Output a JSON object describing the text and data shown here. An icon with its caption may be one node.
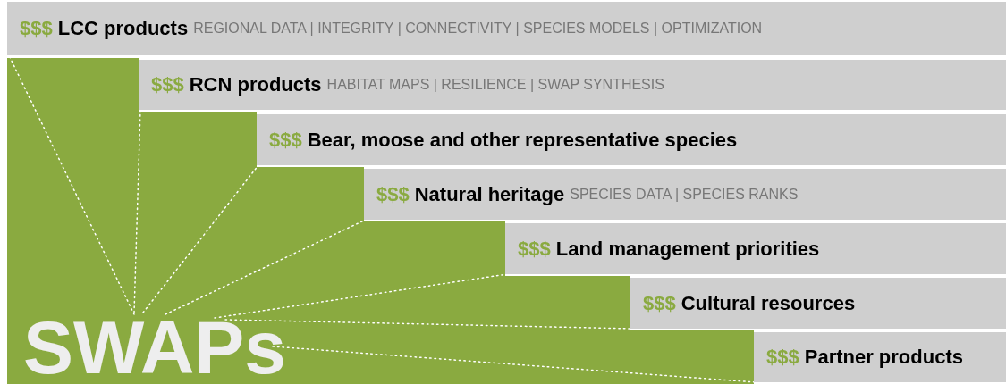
{
  "diagram": {
    "nodes": [
      {
        "text": [
          "SWAPs"
        ]
      },
      {
        "text": [
          "$$$",
          "LCC products",
          "REGIONAL DATA | INTEGRITY | CONNECTIVITY | SPECIES MODELS | OPTIMIZATION"
        ]
      },
      {
        "text": [
          "$$$",
          "RCN products",
          "HABITAT MAPS | RESILIENCE | SWAP SYNTHESIS"
        ]
      },
      {
        "text": [
          "$$$",
          "Bear, moose and other representative species"
        ]
      },
      {
        "text": [
          "$$$",
          "Natural heritage",
          "SPECIES DATA | SPECIES RANKS"
        ]
      },
      {
        "text": [
          "$$$",
          "Land management priorities"
        ]
      },
      {
        "text": [
          "$$$",
          "Cultural resources"
        ]
      },
      {
        "text": [
          "$$$",
          "Partner products"
        ]
      }
    ],
    "edges": [
      {
        "from": 0,
        "to": 1,
        "arrow": "none",
        "style": "dashed"
      },
      {
        "from": 0,
        "to": 2,
        "arrow": "none",
        "style": "dashed"
      },
      {
        "from": 0,
        "to": 3,
        "arrow": "none",
        "style": "dashed"
      },
      {
        "from": 0,
        "to": 4,
        "arrow": "none",
        "style": "dashed"
      },
      {
        "from": 0,
        "to": 5,
        "arrow": "none",
        "style": "dashed"
      },
      {
        "from": 0,
        "to": 6,
        "arrow": "none",
        "style": "dashed"
      },
      {
        "from": 0,
        "to": 7,
        "arrow": "none",
        "style": "dashed"
      }
    ]
  }
}
